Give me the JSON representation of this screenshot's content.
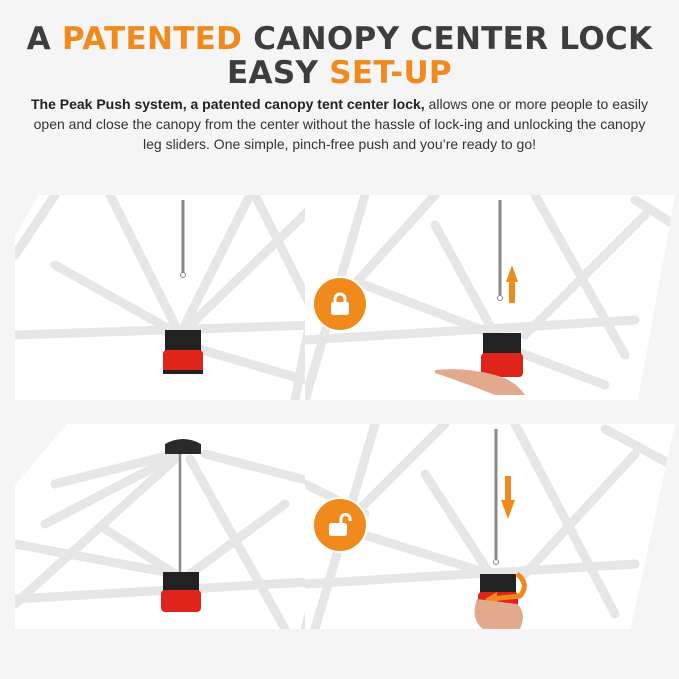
{
  "header": {
    "title_line1_prefix": "A ",
    "title_line1_accent": "PATENTED",
    "title_line1_suffix": " CANOPY CENTER LOCK",
    "title_line2_prefix": "EASY ",
    "title_line2_accent": "SET-UP",
    "accent_color": "#f08a1c",
    "text_color": "#3d3d3d"
  },
  "description": {
    "bold": "The Peak Push system, a patented canopy tent center lock,",
    "rest": " allows one or more people to easily open and close the canopy from the center without the hassle of lock-ing and unlocking the canopy leg sliders.  One simple, pinch-free push and you’re ready to go!"
  },
  "panels": [
    {
      "id": "locked-closed",
      "icon": "none",
      "arrow": "none",
      "hand": false
    },
    {
      "id": "push-up",
      "icon": "lock-closed-icon",
      "arrow": "up-arrow",
      "hand": true
    },
    {
      "id": "opened",
      "icon": "none",
      "arrow": "none",
      "hand": false
    },
    {
      "id": "pull-down-twist",
      "icon": "lock-open-icon",
      "arrow": "down-arrow",
      "hand": true
    }
  ],
  "badges": [
    {
      "name": "lock-closed-icon",
      "color": "#f08a1c"
    },
    {
      "name": "lock-open-icon",
      "color": "#f08a1c"
    }
  ]
}
